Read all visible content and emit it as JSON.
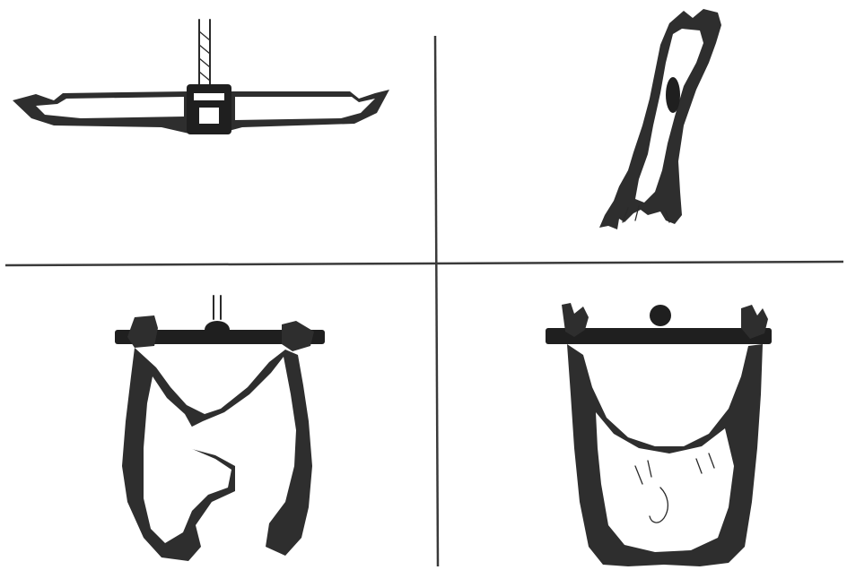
{
  "figure": {
    "panels": [
      "gambrel-spreader",
      "hind-leg",
      "hanging-carcass-front",
      "hanging-carcass-rear"
    ],
    "colors": {
      "ink": "#2e2e2e",
      "paper": "#ffffff",
      "divider": "#3a3a3a"
    }
  }
}
